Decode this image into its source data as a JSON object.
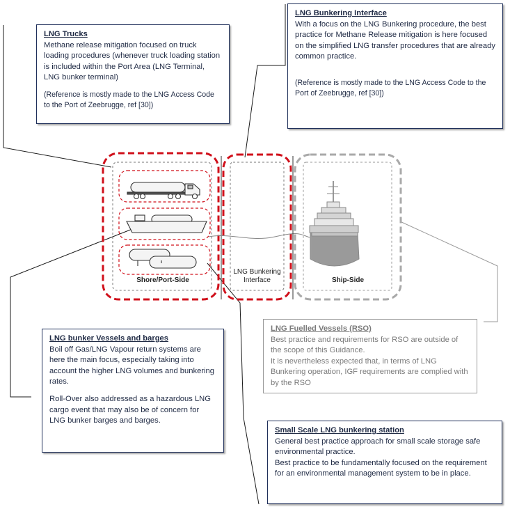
{
  "boxes": {
    "trucks": {
      "title": "LNG Trucks",
      "body": "Methane release mitigation focused on truck loading procedures (whenever truck loading station is included within the Port Area (LNG Terminal, LNG bunker terminal)",
      "ref": "(Reference is mostly made to the LNG Access Code to the Port of Zeebrugge, ref [30])"
    },
    "interface": {
      "title": "LNG Bunkering Interface",
      "body": "With a focus on the LNG Bunkering procedure, the best practice for Methane Release mitigation is here focused on the simplified LNG transfer procedures that are already common practice.",
      "ref": "(Reference is mostly made to the LNG Access Code to the Port of Zeebrugge, ref [30])"
    },
    "vessels": {
      "title": "LNG bunker Vessels and barges",
      "body": "Boil off Gas/LNG Vapour return systems are here the main focus, especially taking into account the higher LNG volumes and bunkering rates.",
      "body2": "Roll-Over also addressed as a hazardous LNG cargo event that may also be of concern for LNG bunker barges and barges."
    },
    "fuelled": {
      "title": "LNG Fuelled Vessels (RSO)",
      "body": "Best practice and requirements for RSO are outside of the scope of this Guidance.",
      "body2": "It is nevertheless expected that, in terms of LNG Bunkering operation, IGF requirements are complied with by the RSO"
    },
    "station": {
      "title": "Small Scale LNG bunkering station",
      "body": "General best practice approach for small scale storage safe environmental practice.",
      "body2": "Best practice to be fundamentally focused on the requirement for an environmental management system to be in place."
    }
  },
  "labels": {
    "shore": "Shore/Port-Side",
    "interface_l1": "LNG Bunkering",
    "interface_l2": "Interface",
    "ship": "Ship-Side"
  },
  "icons": [
    "truck-icon",
    "bunker-vessel-icon",
    "storage-tanks-icon",
    "ship-icon"
  ],
  "colors": {
    "red_dash": "#d0101b",
    "navy_border": "#1f2f5a",
    "gray_dash": "#a9a9a9",
    "gray_text": "#7a7a7a"
  }
}
